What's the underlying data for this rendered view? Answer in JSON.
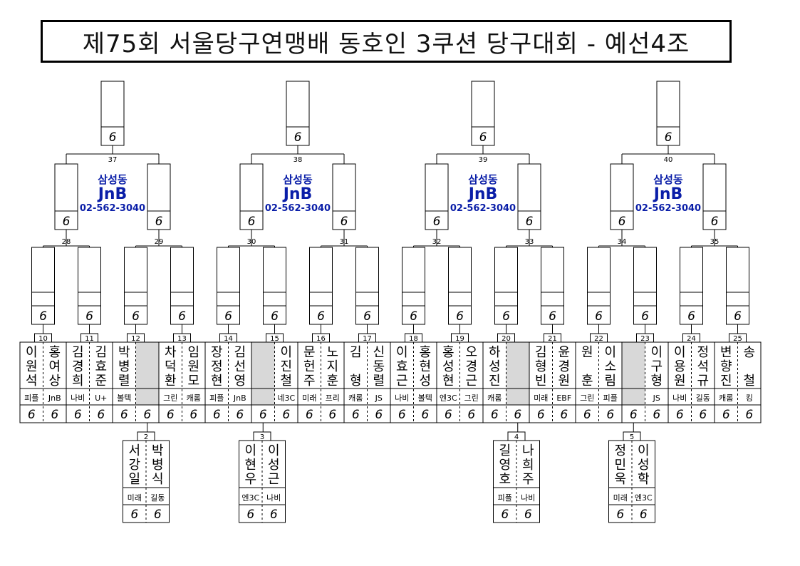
{
  "title": "제75회 서울당구연맹배 동호인 3쿠션 당구대회 - 예선4조",
  "score_glyph": "6",
  "sponsor": {
    "place": "삼성동",
    "brand": "JnB",
    "phone": "02-562-3040"
  },
  "match_numbers": {
    "final": [
      "37",
      "38",
      "39",
      "40"
    ],
    "semi": [
      "28",
      "29",
      "30",
      "31",
      "32",
      "33",
      "34",
      "35"
    ],
    "r1": [
      "10",
      "11",
      "12",
      "13",
      "14",
      "15",
      "16",
      "17",
      "18",
      "19",
      "20",
      "21",
      "22",
      "23",
      "24",
      "25"
    ],
    "prelim": [
      "2",
      "3",
      "4",
      "5"
    ]
  },
  "players": [
    {
      "name": "이원석",
      "club": "피플"
    },
    {
      "name": "홍여상",
      "club": "JnB"
    },
    {
      "name": "김경희",
      "club": "나비"
    },
    {
      "name": "김효준",
      "club": "U+"
    },
    {
      "name": "박병렬",
      "club": "볼텍"
    },
    {
      "name": "",
      "club": ""
    },
    {
      "name": "차덕환",
      "club": "그린"
    },
    {
      "name": "임원모",
      "club": "캐롬"
    },
    {
      "name": "장정현",
      "club": "피플"
    },
    {
      "name": "김선영",
      "club": "JnB"
    },
    {
      "name": "",
      "club": ""
    },
    {
      "name": "이진철",
      "club": "네3C"
    },
    {
      "name": "문헌주",
      "club": "미래"
    },
    {
      "name": "노지훈",
      "club": "프리"
    },
    {
      "name": "김 형",
      "club": "캐롬"
    },
    {
      "name": "신동렬",
      "club": "JS"
    },
    {
      "name": "이효근",
      "club": "나비"
    },
    {
      "name": "홍현성",
      "club": "볼텍"
    },
    {
      "name": "홍성현",
      "club": "엔3C"
    },
    {
      "name": "오경근",
      "club": "그린"
    },
    {
      "name": "하성진",
      "club": "캐롬"
    },
    {
      "name": "",
      "club": ""
    },
    {
      "name": "김형빈",
      "club": "미래"
    },
    {
      "name": "윤경원",
      "club": "EBF"
    },
    {
      "name": "원 훈",
      "club": "그린"
    },
    {
      "name": "이소림",
      "club": "피플"
    },
    {
      "name": "",
      "club": ""
    },
    {
      "name": "이구형",
      "club": "JS"
    },
    {
      "name": "이용원",
      "club": "나비"
    },
    {
      "name": "정석규",
      "club": "길동"
    },
    {
      "name": "변향진",
      "club": "캐롬"
    },
    {
      "name": "송 철",
      "club": "킹"
    }
  ],
  "prelim_players": [
    {
      "name": "서강일",
      "club": "미래"
    },
    {
      "name": "박병식",
      "club": "길동"
    },
    {
      "name": "이현우",
      "club": "엔3C"
    },
    {
      "name": "이성근",
      "club": "나비"
    },
    {
      "name": "길영호",
      "club": "피플"
    },
    {
      "name": "나희주",
      "club": "나비"
    },
    {
      "name": "정민욱",
      "club": "미래"
    },
    {
      "name": "이성학",
      "club": "엔3C"
    }
  ]
}
